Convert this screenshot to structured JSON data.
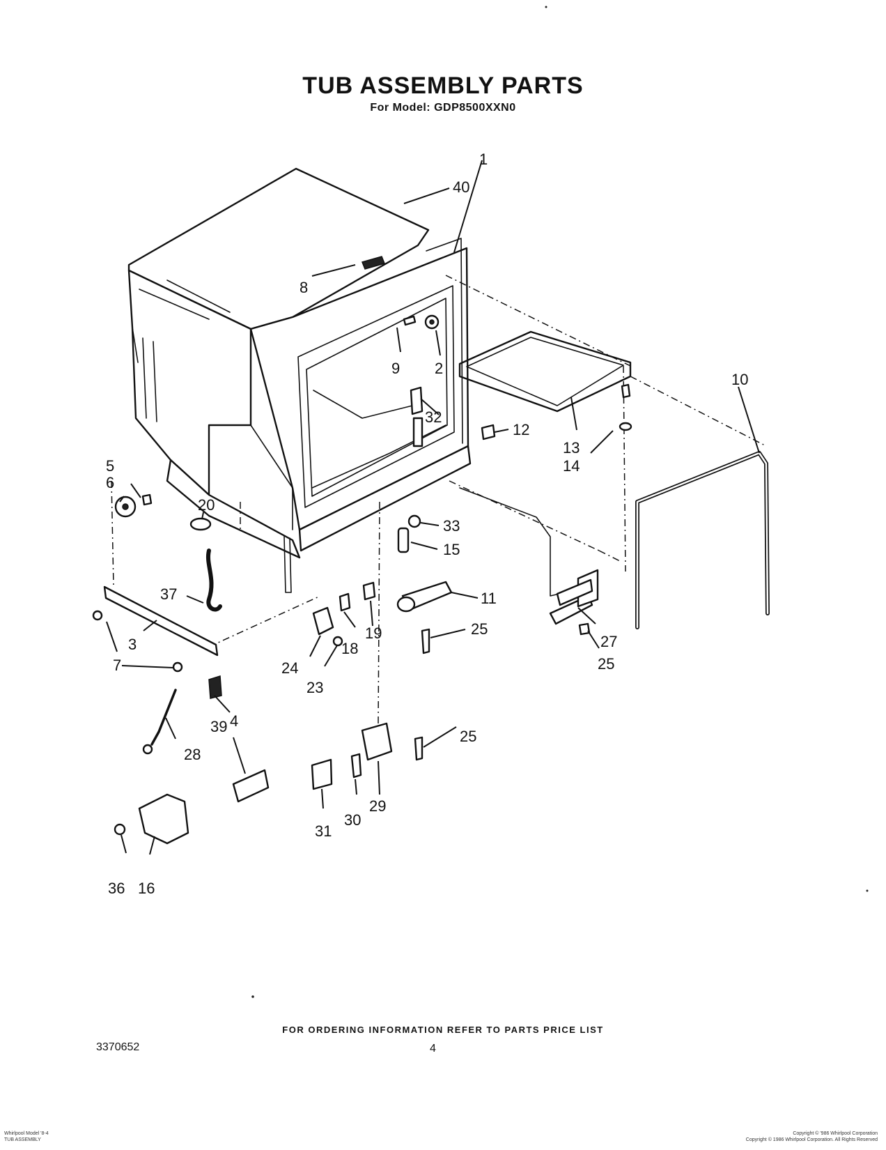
{
  "header": {
    "title": "TUB ASSEMBLY PARTS",
    "model_line": "For Model: GDP8500XXN0"
  },
  "footer": {
    "ordering_info": "FOR ORDERING INFORMATION REFER TO PARTS PRICE LIST",
    "document_number": "3370652",
    "page_number": "4",
    "left_small_line1": "Whirlpool Model '8-4",
    "left_small_line2": "TUB ASSEMBLY",
    "right_small_line1": "Copyright © '986 Whirlpool Corporation",
    "right_small_line2": "Copyright © 1986 Whirlpool Corporation. All Rights Reserved"
  },
  "callouts": {
    "c1": "1",
    "c2": "2",
    "c3": "3",
    "c4": "4",
    "c5": "5",
    "c6": "6",
    "c7": "7",
    "c8": "8",
    "c9": "9",
    "c10": "10",
    "c11": "11",
    "c12": "12",
    "c13": "13",
    "c14": "14",
    "c15": "15",
    "c16": "16",
    "c18": "18",
    "c19": "19",
    "c20": "20",
    "c23": "23",
    "c24": "24",
    "c25a": "25",
    "c25b": "25",
    "c25c": "25",
    "c27": "27",
    "c28": "28",
    "c29": "29",
    "c30": "30",
    "c31": "31",
    "c32": "32",
    "c33": "33",
    "c36": "36",
    "c37": "37",
    "c39": "39",
    "c40": "40"
  }
}
